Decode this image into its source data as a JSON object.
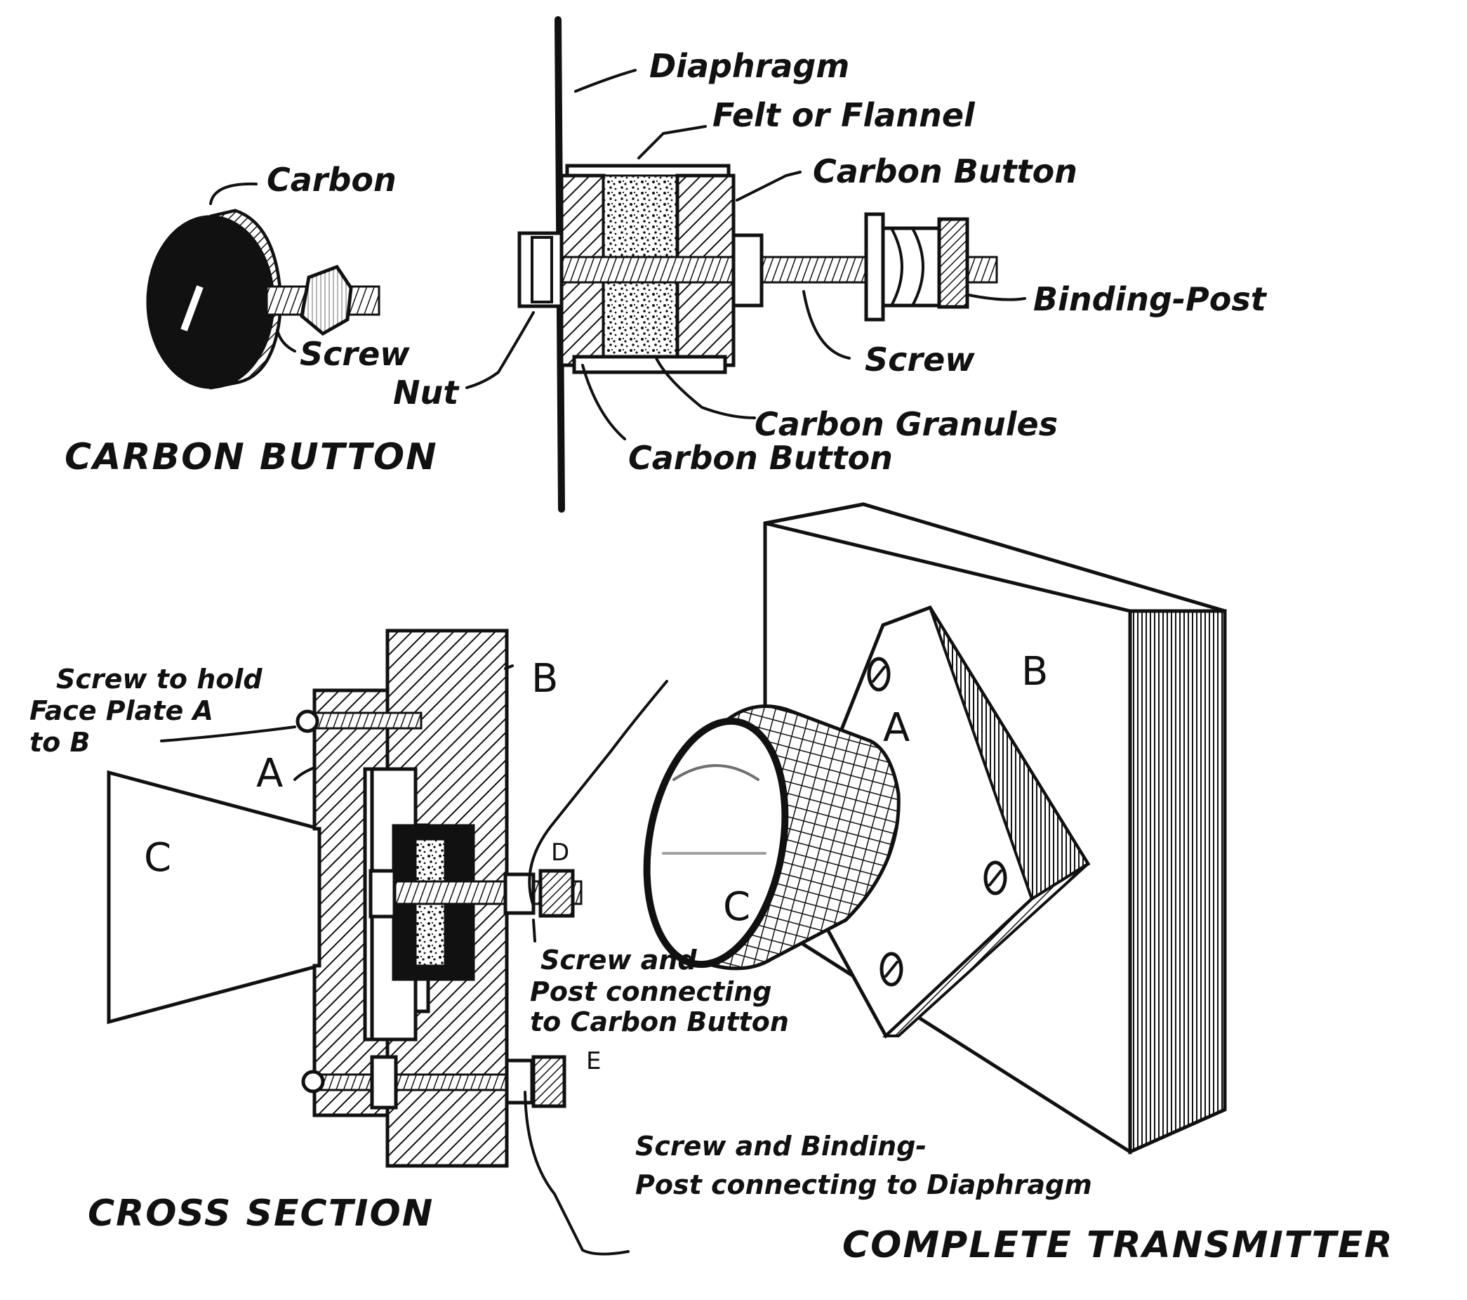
{
  "labels": {
    "diaphragm": "Diaphragm",
    "felt_or_flannel": "Felt or Flannel",
    "carbon": "Carbon",
    "carbon_button_top": "Carbon Button",
    "binding_post": "Binding-Post",
    "screw_left": "Screw",
    "nut": "Nut",
    "screw_right": "Screw",
    "carbon_granules": "Carbon Granules",
    "carbon_button_bottom": "Carbon Button",
    "screw_to_hold_1": "Screw to hold",
    "screw_to_hold_2": "Face Plate A",
    "screw_to_hold_3": "to B",
    "cs_A": "A",
    "cs_B": "B",
    "cs_C": "C",
    "cs_D": "D",
    "cs_E": "E",
    "screw_and_post_1": "Screw and",
    "screw_and_post_2": "Post connecting",
    "screw_and_post_3": "to Carbon Button",
    "screw_binding_1": "Screw and Binding-",
    "screw_binding_2": "Post connecting to Diaphragm",
    "ct_A": "A",
    "ct_B": "B",
    "ct_C": "C"
  },
  "titles": {
    "carbon_button": "CARBON BUTTON",
    "cross_section": "CROSS SECTION",
    "complete_transmitter": "COMPLETE TRANSMITTER"
  }
}
